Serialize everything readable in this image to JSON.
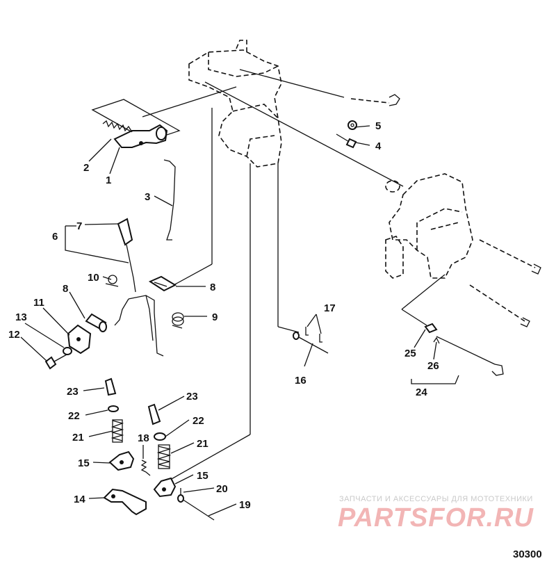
{
  "diagram": {
    "callouts": {
      "c1": "1",
      "c2": "2",
      "c3": "3",
      "c4": "4",
      "c5": "5",
      "c6": "6",
      "c7": "7",
      "c8a": "8",
      "c8b": "8",
      "c9": "9",
      "c10": "10",
      "c11": "11",
      "c12": "12",
      "c13": "13",
      "c14": "14",
      "c15a": "15",
      "c15b": "15",
      "c16": "16",
      "c17": "17",
      "c18": "18",
      "c19": "19",
      "c20": "20",
      "c21a": "21",
      "c21b": "21",
      "c22a": "22",
      "c22b": "22",
      "c23a": "23",
      "c23b": "23",
      "c24": "24",
      "c25": "25",
      "c26": "26"
    },
    "diagram_number": "30300"
  },
  "watermark": {
    "caption": "ЗАПЧАСТИ И АКСЕССУАРЫ ДЛЯ МОТОТЕХНИКИ",
    "logo": "PARTSFOR.RU"
  },
  "colors": {
    "ink": "#111111",
    "watermark_red": "#f2b5b5",
    "watermark_gray": "#c9c9c9"
  }
}
